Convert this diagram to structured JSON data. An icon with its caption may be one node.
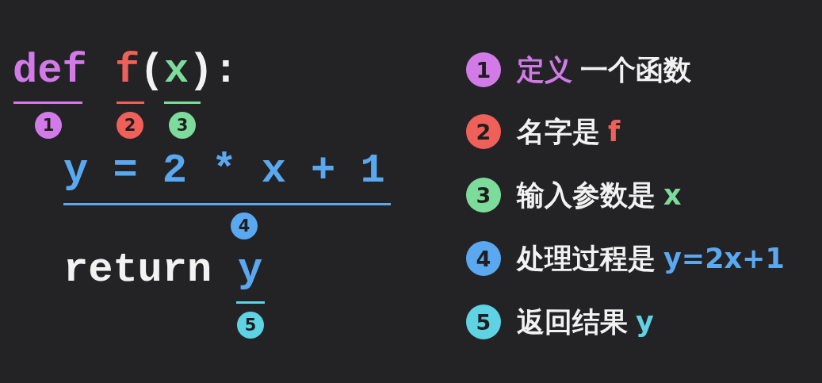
{
  "diagram": {
    "labels": [
      "def",
      "f",
      "(",
      "x",
      "):",
      "1",
      "2",
      "3",
      "y = 2 * x + 1",
      "4",
      "return",
      "y",
      "5",
      "1",
      "定义",
      "一个函数",
      "2",
      "名字是",
      "f",
      "3",
      "输入参数是",
      "x",
      "4",
      "处理过程是",
      "y=2x+1",
      "5",
      "返回结果",
      "y"
    ]
  }
}
